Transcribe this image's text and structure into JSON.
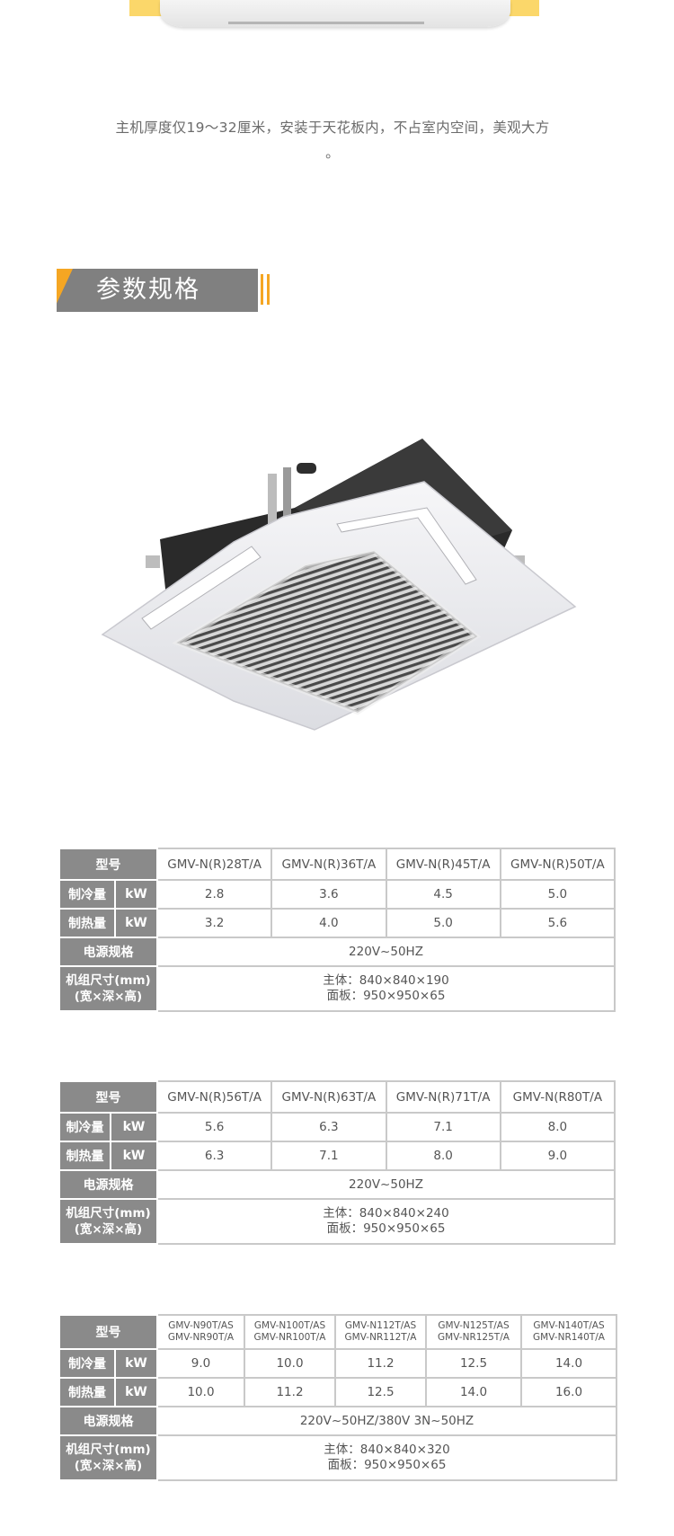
{
  "intro": {
    "line1": "主机厚度仅19～32厘米，安装于天花板内，不占室内空间，美观大方",
    "line2": "。"
  },
  "section": {
    "title": "参数规格"
  },
  "labels": {
    "model": "型号",
    "cooling": "制冷量",
    "heating": "制热量",
    "unit": "kW",
    "power": "电源规格",
    "dim_line1": "机组尺寸(mm)",
    "dim_line2": "(宽×深×高)"
  },
  "tables": [
    {
      "models": [
        "GMV-N(R)28T/A",
        "GMV-N(R)36T/A",
        "GMV-N(R)45T/A",
        "GMV-N(R)50T/A"
      ],
      "cooling": [
        "2.8",
        "3.6",
        "4.5",
        "5.0"
      ],
      "heating": [
        "3.2",
        "4.0",
        "5.0",
        "5.6"
      ],
      "power": "220V~50HZ",
      "dim_main": "主体：840×840×190",
      "dim_panel": "面板：950×950×65"
    },
    {
      "models": [
        "GMV-N(R)56T/A",
        "GMV-N(R)63T/A",
        "GMV-N(R)71T/A",
        "GMV-N(R80T/A"
      ],
      "cooling": [
        "5.6",
        "6.3",
        "7.1",
        "8.0"
      ],
      "heating": [
        "6.3",
        "7.1",
        "8.0",
        "9.0"
      ],
      "power": "220V~50HZ",
      "dim_main": "主体：840×840×240",
      "dim_panel": "面板：950×950×65"
    },
    {
      "models": [
        [
          "GMV-N90T/AS",
          "GMV-NR90T/A"
        ],
        [
          "GMV-N100T/AS",
          "GMV-NR100T/A"
        ],
        [
          "GMV-N112T/AS",
          "GMV-NR112T/A"
        ],
        [
          "GMV-N125T/AS",
          "GMV-NR125T/A"
        ],
        [
          "GMV-N140T/AS",
          "GMV-NR140T/A"
        ]
      ],
      "cooling": [
        "9.0",
        "10.0",
        "11.2",
        "12.5",
        "14.0"
      ],
      "heating": [
        "10.0",
        "11.2",
        "12.5",
        "14.0",
        "16.0"
      ],
      "power": "220V~50HZ/380V 3N~50HZ",
      "dim_main": "主体：840×840×320",
      "dim_panel": "面板：950×950×65"
    }
  ]
}
